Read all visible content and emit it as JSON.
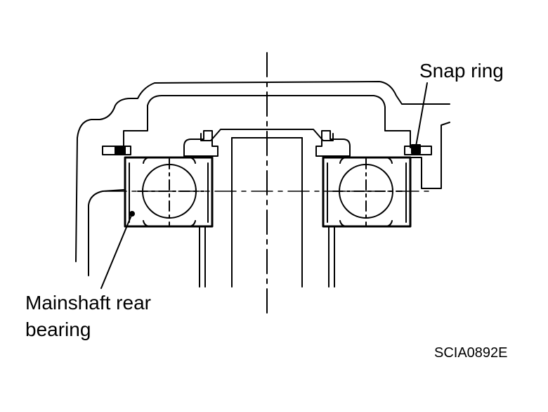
{
  "labels": {
    "snap_ring": "Snap ring",
    "mainshaft_rear_bearing_line1": "Mainshaft rear",
    "mainshaft_rear_bearing_line2": "bearing",
    "figure_id": "SCIA0892E"
  },
  "colors": {
    "line": "#000000",
    "background": "#ffffff"
  }
}
